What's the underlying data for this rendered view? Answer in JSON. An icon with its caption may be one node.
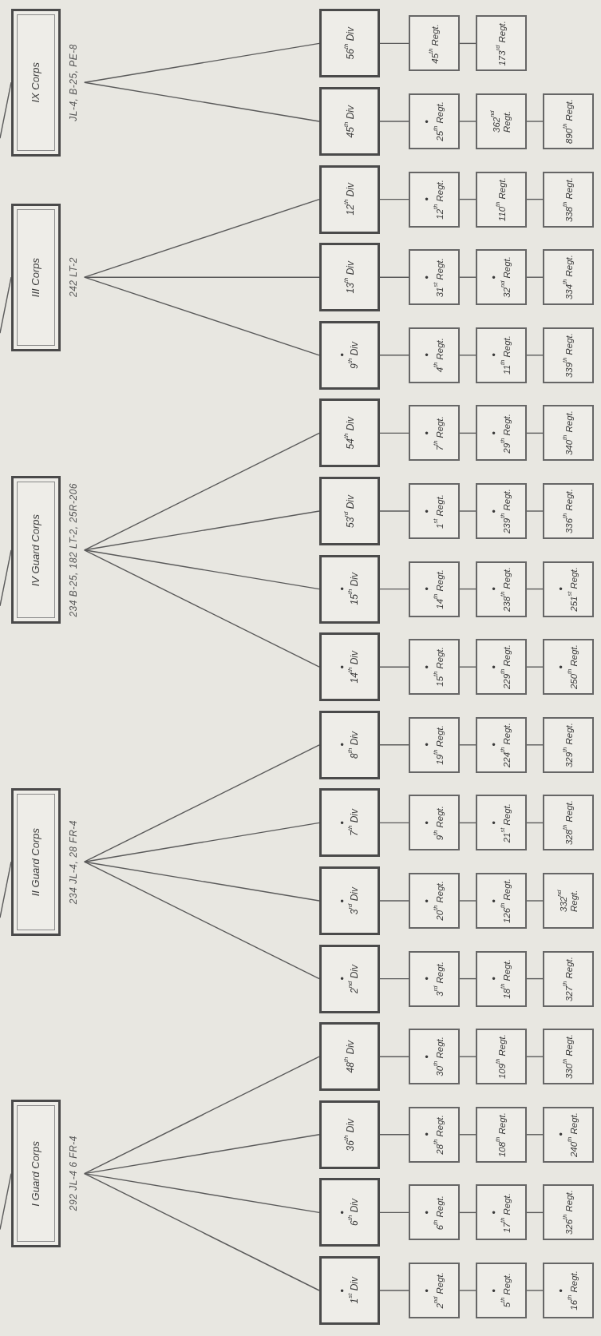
{
  "diagram": {
    "nodes": [
      {
        "text": [
          "I Guard Corps"
        ],
        "beside": [
          "292 JL-4 6 FR-4"
        ]
      },
      {
        "text": [
          "II Guard Corps"
        ],
        "beside": [
          "234 JL-4, 28 FR-4"
        ]
      },
      {
        "text": [
          "IV Guard Corps"
        ],
        "beside": [
          "234 B-25, 182 LT-2, 25R-206"
        ]
      },
      {
        "text": [
          "III Corps"
        ],
        "beside": [
          "242 LT-2"
        ]
      },
      {
        "text": [
          "IX Corps"
        ],
        "beside": [
          "JL-4, B-25, PE-8"
        ]
      },
      {
        "text": [
          "●",
          "1$^{st}$ Div"
        ]
      },
      {
        "text": [
          "●",
          "6$^{th}$ Div"
        ]
      },
      {
        "text": [
          "36$^{th}$ Div"
        ]
      },
      {
        "text": [
          "48$^{th}$ Div"
        ]
      },
      {
        "text": [
          "●",
          "2$^{nd}$ Div"
        ]
      },
      {
        "text": [
          "●",
          "3$^{rd}$ Div"
        ]
      },
      {
        "text": [
          "●",
          "7$^{th}$ Div"
        ]
      },
      {
        "text": [
          "●",
          "8$^{th}$ Div"
        ]
      },
      {
        "text": [
          "●",
          "14$^{th}$ Div"
        ]
      },
      {
        "text": [
          "●",
          "15$^{th}$ Div"
        ]
      },
      {
        "text": [
          "53$^{rd}$ Div"
        ]
      },
      {
        "text": [
          "54$^{th}$ Div"
        ]
      },
      {
        "text": [
          "●",
          "9$^{th}$ Div"
        ]
      },
      {
        "text": [
          "13$^{th}$ Div"
        ]
      },
      {
        "text": [
          "12$^{th}$ Div"
        ]
      },
      {
        "text": [
          "45$^{th}$ Div"
        ]
      },
      {
        "text": [
          "56$^{th}$ Div"
        ]
      },
      {
        "text": [
          "●",
          "2$^{nd}$ Regt."
        ]
      },
      {
        "text": [
          "●",
          "6$^{th}$ Regt."
        ]
      },
      {
        "text": [
          "●",
          "28$^{th}$ Regt."
        ]
      },
      {
        "text": [
          "●",
          "30$^{th}$ Regt."
        ]
      },
      {
        "text": [
          "●",
          "3$^{rd}$ Regt."
        ]
      },
      {
        "text": [
          "●",
          "20$^{th}$ Regt."
        ]
      },
      {
        "text": [
          "●",
          "9$^{th}$ Regt."
        ]
      },
      {
        "text": [
          "●",
          "19$^{th}$ Regt."
        ]
      },
      {
        "text": [
          "●",
          "15$^{th}$ Regt."
        ]
      },
      {
        "text": [
          "●",
          "14$^{th}$ Regt."
        ]
      },
      {
        "text": [
          "●",
          "1$^{st}$ Regt."
        ]
      },
      {
        "text": [
          "●",
          "7$^{th}$ Regt."
        ]
      },
      {
        "text": [
          "●",
          "4$^{th}$ Regt."
        ]
      },
      {
        "text": [
          "●",
          "31$^{st}$ Regt."
        ]
      },
      {
        "text": [
          "●",
          "12$^{th}$ Regt."
        ]
      },
      {
        "text": [
          "●",
          "25$^{th}$ Regt."
        ]
      },
      {
        "text": [
          "45$^{th}$ Regt."
        ]
      },
      {
        "text": [
          "●",
          "5$^{th}$ Regt."
        ]
      },
      {
        "text": [
          "●",
          "17$^{th}$ Regt."
        ]
      },
      {
        "text": [
          "108$^{th}$ Regt."
        ]
      },
      {
        "text": [
          "109$^{th}$ Regt."
        ]
      },
      {
        "text": [
          "●",
          "18$^{th}$ Regt."
        ]
      },
      {
        "text": [
          "●",
          "126$^{th}$ Regt."
        ]
      },
      {
        "text": [
          "●",
          "21$^{st}$ Regt."
        ]
      },
      {
        "text": [
          "●",
          "224$^{th}$ Regt."
        ]
      },
      {
        "text": [
          "●",
          "229$^{th}$ Regt."
        ]
      },
      {
        "text": [
          "●",
          "238$^{th}$ Regt."
        ]
      },
      {
        "text": [
          "●",
          "239$^{th}$ Regt."
        ]
      },
      {
        "text": [
          "●",
          "29$^{th}$ Regt."
        ]
      },
      {
        "text": [
          "●",
          "11$^{th}$ Regt."
        ]
      },
      {
        "text": [
          "●",
          "32$^{nd}$ Regt."
        ]
      },
      {
        "text": [
          "110$^{th}$ Regt."
        ]
      },
      {
        "text": [
          "362$^{nd}$ Regt."
        ]
      },
      {
        "text": [
          "173$^{rd}$ Regt."
        ]
      },
      {
        "text": [
          "●",
          "16$^{th}$ Regt."
        ]
      },
      {
        "text": [
          "326$^{th}$ Regt."
        ]
      },
      {
        "text": [
          "●",
          "240$^{th}$ Regt."
        ]
      },
      {
        "text": [
          "330$^{th}$ Regt."
        ]
      },
      {
        "text": [
          "327$^{th}$ Regt."
        ]
      },
      {
        "text": [
          "332$^{nd}$ Regt."
        ]
      },
      {
        "text": [
          "328$^{th}$ Regt."
        ]
      },
      {
        "text": [
          "329$^{th}$ Regt."
        ]
      },
      {
        "text": [
          "●",
          "250$^{th}$ Regt."
        ]
      },
      {
        "text": [
          "●",
          "251$^{st}$ Regt."
        ]
      },
      {
        "text": [
          "336$^{th}$ Regt."
        ]
      },
      {
        "text": [
          "340$^{th}$ Regt."
        ]
      },
      {
        "text": [
          "339$^{th}$ Regt."
        ]
      },
      {
        "text": [
          "334$^{th}$ Regt."
        ]
      },
      {
        "text": [
          "338$^{th}$ Regt."
        ]
      },
      {
        "text": [
          "890$^{th}$ Regt."
        ]
      }
    ],
    "edges": [
      {
        "from": null,
        "to": 0,
        "arrow": "none"
      },
      {
        "from": null,
        "to": 1,
        "arrow": "none"
      },
      {
        "from": null,
        "to": 2,
        "arrow": "none"
      },
      {
        "from": null,
        "to": 3,
        "arrow": "none"
      },
      {
        "from": null,
        "to": 4,
        "arrow": "none"
      },
      {
        "from": 0,
        "to": 5,
        "arrow": "none"
      },
      {
        "from": 0,
        "to": 6,
        "arrow": "none"
      },
      {
        "from": 0,
        "to": 7,
        "arrow": "none"
      },
      {
        "from": 0,
        "to": 8,
        "arrow": "none"
      },
      {
        "from": 1,
        "to": 9,
        "arrow": "none"
      },
      {
        "from": 1,
        "to": 10,
        "arrow": "none"
      },
      {
        "from": 1,
        "to": 11,
        "arrow": "none"
      },
      {
        "from": 1,
        "to": 12,
        "arrow": "none"
      },
      {
        "from": 2,
        "to": 13,
        "arrow": "none"
      },
      {
        "from": 2,
        "to": 14,
        "arrow": "none"
      },
      {
        "from": 2,
        "to": 15,
        "arrow": "none"
      },
      {
        "from": 2,
        "to": 16,
        "arrow": "none"
      },
      {
        "from": 3,
        "to": 17,
        "arrow": "none"
      },
      {
        "from": 3,
        "to": 18,
        "arrow": "none"
      },
      {
        "from": 3,
        "to": 19,
        "arrow": "none"
      },
      {
        "from": 4,
        "to": 20,
        "arrow": "none"
      },
      {
        "from": 4,
        "to": 21,
        "arrow": "none"
      },
      {
        "from": 5,
        "to": 22,
        "arrow": "none"
      },
      {
        "from": 6,
        "to": 23,
        "arrow": "none"
      },
      {
        "from": 7,
        "to": 24,
        "arrow": "none"
      },
      {
        "from": 8,
        "to": 25,
        "arrow": "none"
      },
      {
        "from": 9,
        "to": 26,
        "arrow": "none"
      },
      {
        "from": 10,
        "to": 27,
        "arrow": "none"
      },
      {
        "from": 11,
        "to": 28,
        "arrow": "none"
      },
      {
        "from": 12,
        "to": 29,
        "arrow": "none"
      },
      {
        "from": 13,
        "to": 30,
        "arrow": "none"
      },
      {
        "from": 14,
        "to": 31,
        "arrow": "none"
      },
      {
        "from": 15,
        "to": 32,
        "arrow": "none"
      },
      {
        "from": 16,
        "to": 33,
        "arrow": "none"
      },
      {
        "from": 17,
        "to": 34,
        "arrow": "none"
      },
      {
        "from": 18,
        "to": 35,
        "arrow": "none"
      },
      {
        "from": 19,
        "to": 36,
        "arrow": "none"
      },
      {
        "from": 20,
        "to": 37,
        "arrow": "none"
      },
      {
        "from": 21,
        "to": 38,
        "arrow": "none"
      },
      {
        "from": 22,
        "to": 39,
        "arrow": "none"
      },
      {
        "from": 23,
        "to": 40,
        "arrow": "none"
      },
      {
        "from": 24,
        "to": 41,
        "arrow": "none"
      },
      {
        "from": 25,
        "to": 42,
        "arrow": "none"
      },
      {
        "from": 26,
        "to": 43,
        "arrow": "none"
      },
      {
        "from": 27,
        "to": 44,
        "arrow": "none"
      },
      {
        "from": 28,
        "to": 45,
        "arrow": "none"
      },
      {
        "from": 29,
        "to": 46,
        "arrow": "none"
      },
      {
        "from": 30,
        "to": 47,
        "arrow": "none"
      },
      {
        "from": 31,
        "to": 48,
        "arrow": "none"
      },
      {
        "from": 32,
        "to": 49,
        "arrow": "none"
      },
      {
        "from": 33,
        "to": 50,
        "arrow": "none"
      },
      {
        "from": 34,
        "to": 51,
        "arrow": "none"
      },
      {
        "from": 35,
        "to": 52,
        "arrow": "none"
      },
      {
        "from": 36,
        "to": 53,
        "arrow": "none"
      },
      {
        "from": 37,
        "to": 54,
        "arrow": "none"
      },
      {
        "from": 38,
        "to": 55,
        "arrow": "none"
      },
      {
        "from": 39,
        "to": 56,
        "arrow": "none"
      },
      {
        "from": 40,
        "to": 57,
        "arrow": "none"
      },
      {
        "from": 41,
        "to": 58,
        "arrow": "none"
      },
      {
        "from": 42,
        "to": 59,
        "arrow": "none"
      },
      {
        "from": 43,
        "to": 60,
        "arrow": "none"
      },
      {
        "from": 44,
        "to": 61,
        "arrow": "none"
      },
      {
        "from": 45,
        "to": 62,
        "arrow": "none"
      },
      {
        "from": 46,
        "to": 63,
        "arrow": "none"
      },
      {
        "from": 47,
        "to": 64,
        "arrow": "none"
      },
      {
        "from": 48,
        "to": 65,
        "arrow": "none"
      },
      {
        "from": 49,
        "to": 66,
        "arrow": "none"
      },
      {
        "from": 50,
        "to": 67,
        "arrow": "none"
      },
      {
        "from": 51,
        "to": 68,
        "arrow": "none"
      },
      {
        "from": 52,
        "to": 69,
        "arrow": "none"
      },
      {
        "from": 53,
        "to": 70,
        "arrow": "none"
      },
      {
        "from": 54,
        "to": 71,
        "arrow": "none"
      }
    ]
  }
}
